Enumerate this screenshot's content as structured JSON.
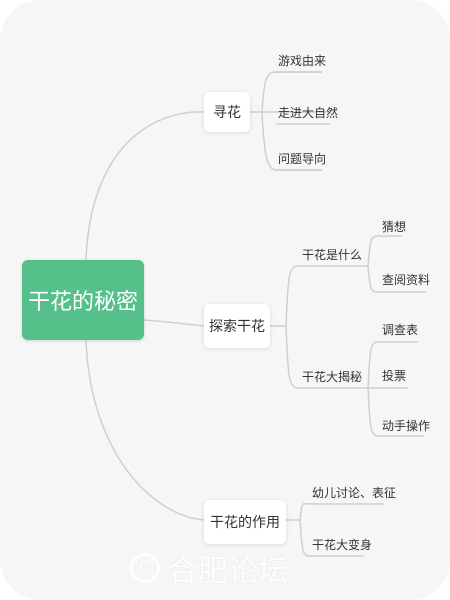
{
  "mindmap": {
    "root": "干花的秘密",
    "branches": [
      {
        "label": "寻花",
        "children": [
          {
            "label": "游戏由来"
          },
          {
            "label": "走进大自然"
          },
          {
            "label": "问题导向"
          }
        ]
      },
      {
        "label": "探索干花",
        "children": [
          {
            "label": "干花是什么",
            "children": [
              "猜想",
              "查阅资料"
            ]
          },
          {
            "label": "干花大揭秘",
            "children": [
              "调查表",
              "投票",
              "动手操作"
            ]
          }
        ]
      },
      {
        "label": "干花的作用",
        "children": [
          {
            "label": "幼儿讨论、表征"
          },
          {
            "label": "干花大变身"
          }
        ]
      }
    ]
  },
  "watermark": {
    "symbol": "C",
    "text": "合肥论坛"
  },
  "colors": {
    "root_fill": "#55c08a",
    "line": "#cfcfcf",
    "background": "#f6f6f6"
  }
}
